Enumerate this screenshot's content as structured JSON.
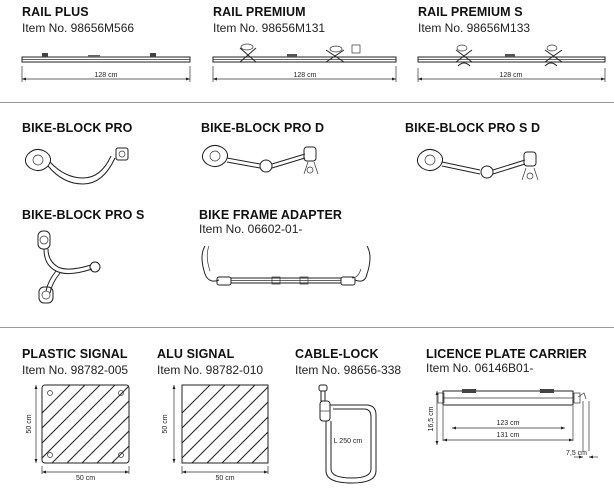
{
  "products": {
    "rail_plus": {
      "title": "RAIL PLUS",
      "item": "Item No. 98656M566",
      "length": "128 cm"
    },
    "rail_premium": {
      "title": "RAIL PREMIUM",
      "item": "Item No. 98656M131",
      "length": "128 cm"
    },
    "rail_premium_s": {
      "title": "RAIL PREMIUM S",
      "item": "Item No. 98656M133",
      "length": "128 cm"
    },
    "bike_block_pro": {
      "title": "BIKE-BLOCK PRO"
    },
    "bike_block_pro_d": {
      "title": "BIKE-BLOCK PRO D"
    },
    "bike_block_pro_s_d": {
      "title": "BIKE-BLOCK PRO S D"
    },
    "bike_block_pro_s": {
      "title": "BIKE-BLOCK PRO S"
    },
    "bike_frame_adapter": {
      "title": "BIKE FRAME ADAPTER",
      "item": "Item No.  06602-01-"
    },
    "plastic_signal": {
      "title": "PLASTIC SIGNAL",
      "item": "Item No. 98782-005",
      "height": "50 cm",
      "width": "50 cm"
    },
    "alu_signal": {
      "title": "ALU SIGNAL",
      "item": "Item No. 98782-010",
      "height": "50 cm",
      "width": "50 cm"
    },
    "cable_lock": {
      "title": "CABLE-LOCK",
      "item": "Item No. 98656-338",
      "length": "L 250 cm"
    },
    "licence_plate_carrier": {
      "title": "LICENCE PLATE CARRIER",
      "item": "Item No.   06146B01-",
      "height": "16,5 cm",
      "inner_width": "123 cm",
      "outer_width": "131 cm",
      "depth": "7,5 cm"
    }
  }
}
